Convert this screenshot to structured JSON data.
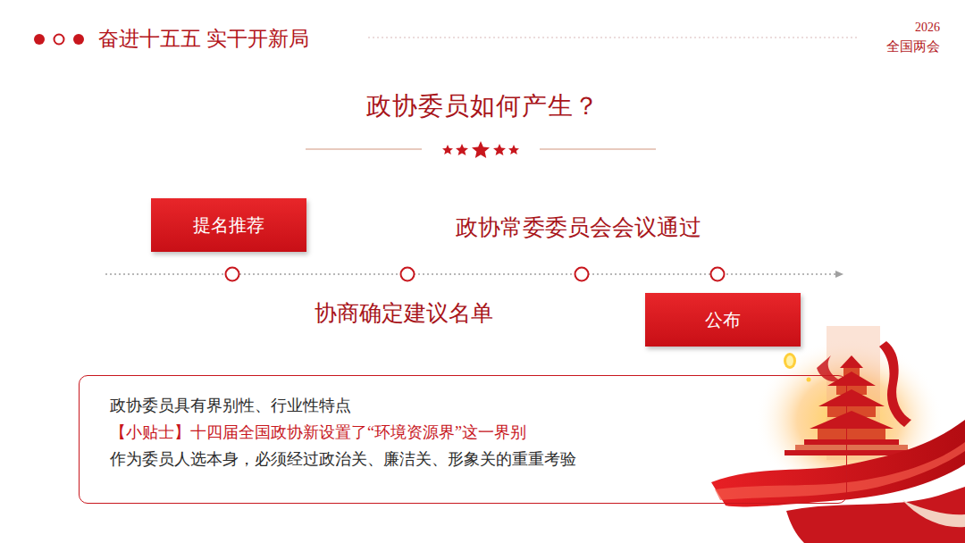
{
  "diagram": {
    "title": "政协委员如何产生？",
    "nodes": [
      {
        "text": [
          "提名推荐"
        ]
      },
      {
        "text": [
          "公布"
        ]
      },
      {
        "text": [
          "政协委员具有界别性、行业性特点",
          "【小贴士】十四届全国政协新设置了“环境资源界”这一界别",
          "作为委员人选本身，必须经过政治关、廉洁关、形象关的重重考验"
        ]
      }
    ],
    "labels": [
      "奋进十五五 实干开新局",
      "2026",
      "全国两会",
      "政协常委委员会会议通过",
      "协商确定建议名单"
    ]
  }
}
